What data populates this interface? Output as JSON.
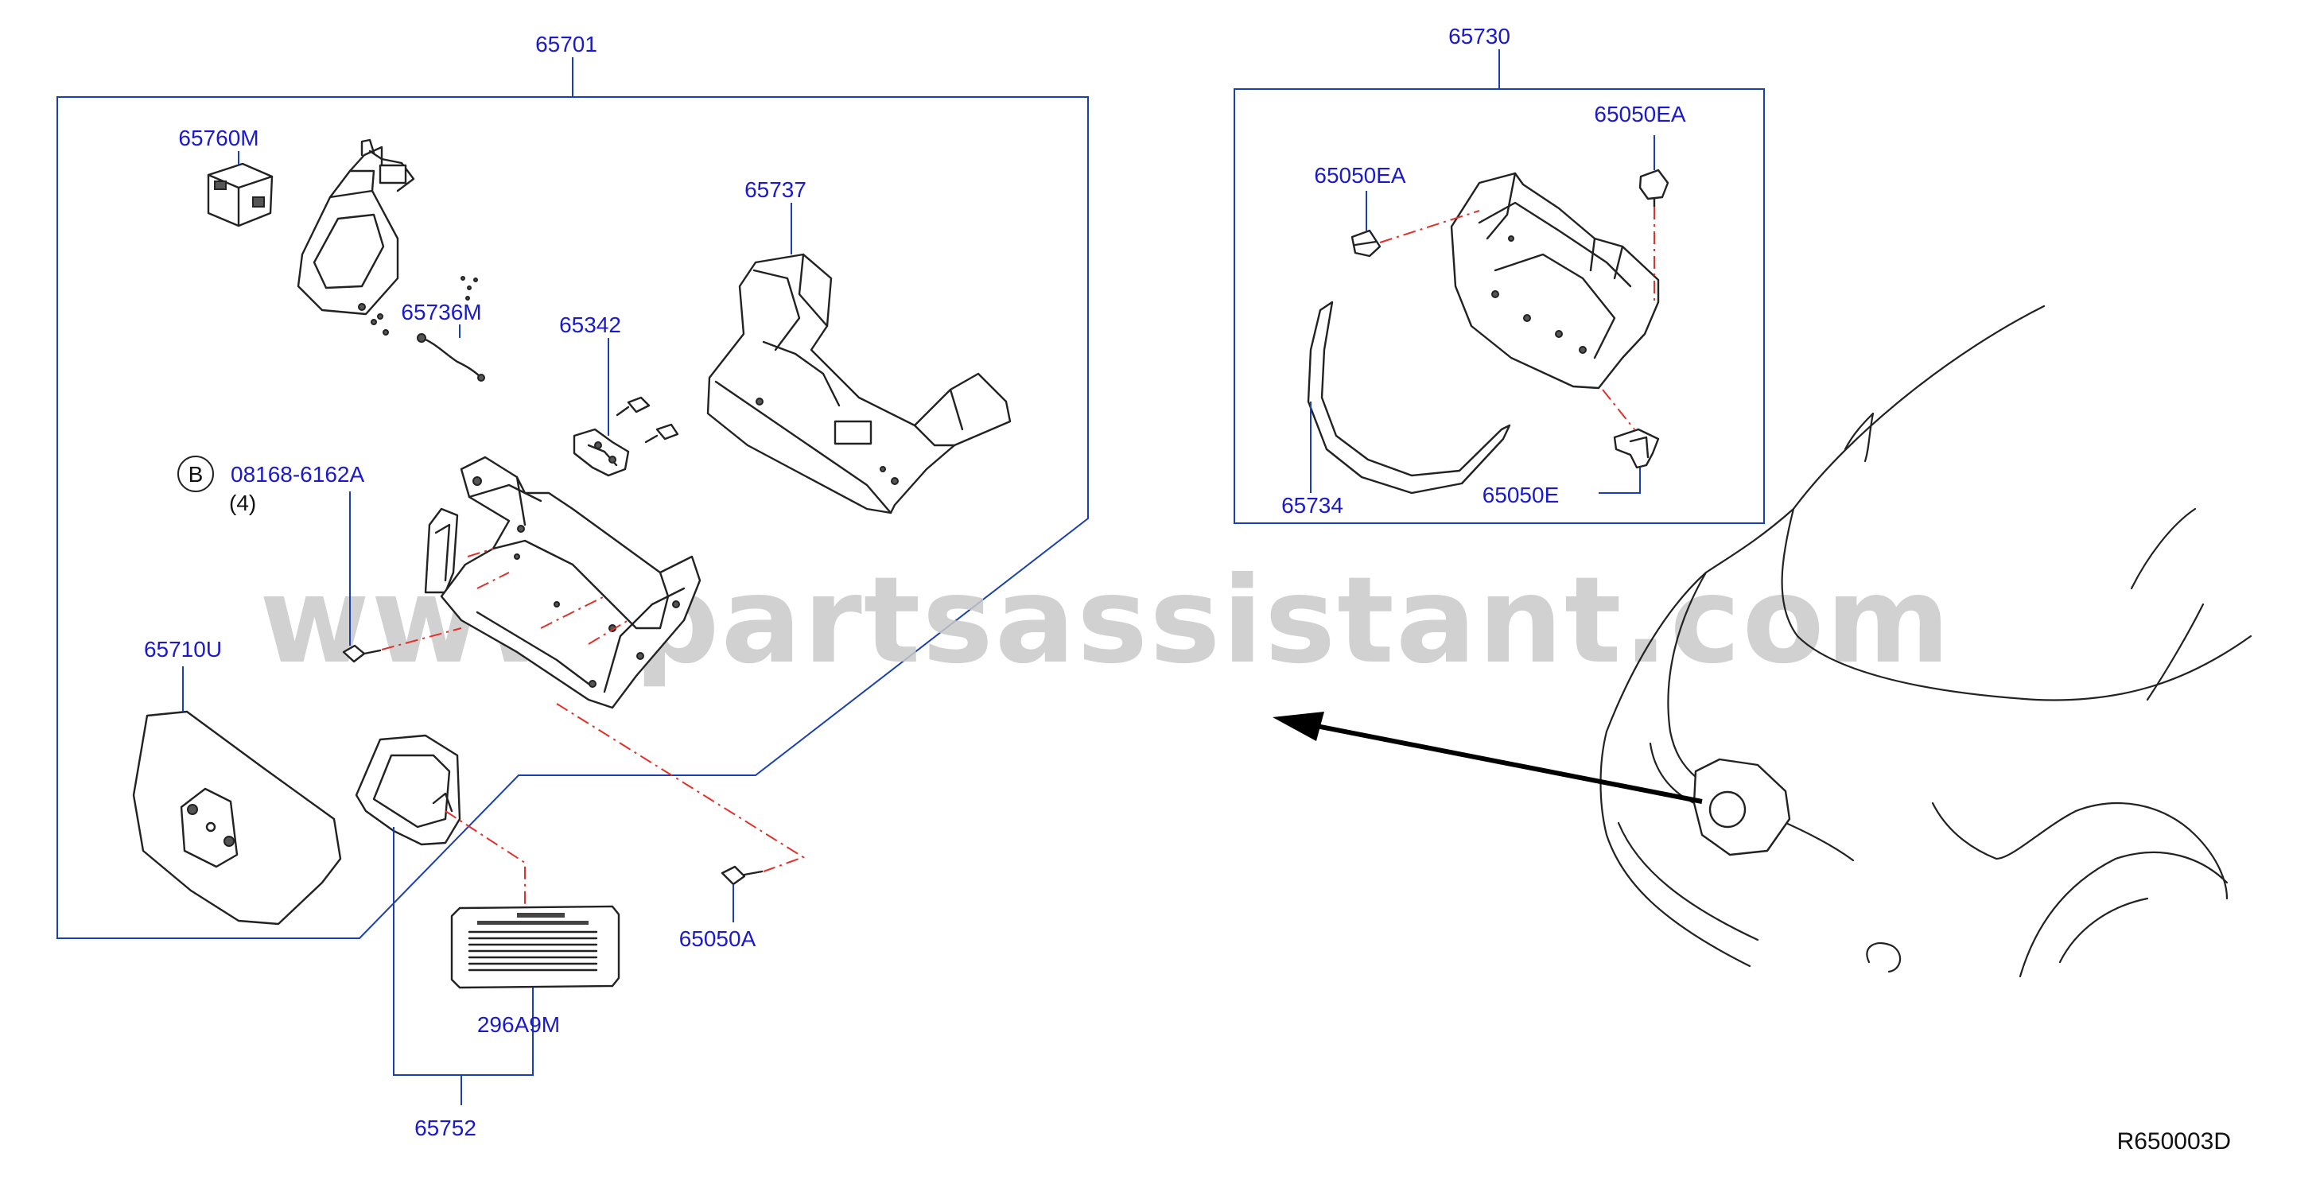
{
  "parts": {
    "p65701": "65701",
    "p65760M": "65760M",
    "p65736M": "65736M",
    "p65737": "65737",
    "p65342": "65342",
    "p08168": "08168-6162A",
    "p08168_qty": "(4)",
    "p08168_badge": "B",
    "p65710U": "65710U",
    "p65050A": "65050A",
    "p296A9M": "296A9M",
    "p65752": "65752",
    "p65730": "65730",
    "p65050EA_left": "65050EA",
    "p65050EA_right": "65050EA",
    "p65734": "65734",
    "p65050E": "65050E"
  },
  "watermark": "www.partsassistant.com",
  "drawing_id": "R650003D",
  "colors": {
    "label": "#1a1acc",
    "callout": "#1a3fb0",
    "dashed_guide": "#e0302a",
    "line_art": "#222222",
    "watermark": "#c9c9c9"
  }
}
